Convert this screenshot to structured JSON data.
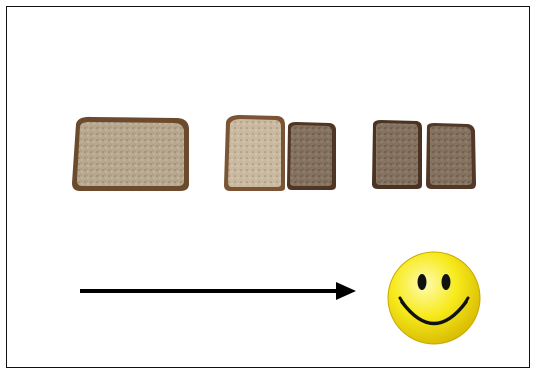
{
  "scene": {
    "items": [
      {
        "name": "whole-bread-slice"
      },
      {
        "name": "mixed-bread-slices"
      },
      {
        "name": "dark-bread-slices"
      }
    ],
    "arrow": {
      "direction": "right"
    },
    "smiley": {
      "color": "#f7ea1c"
    }
  }
}
